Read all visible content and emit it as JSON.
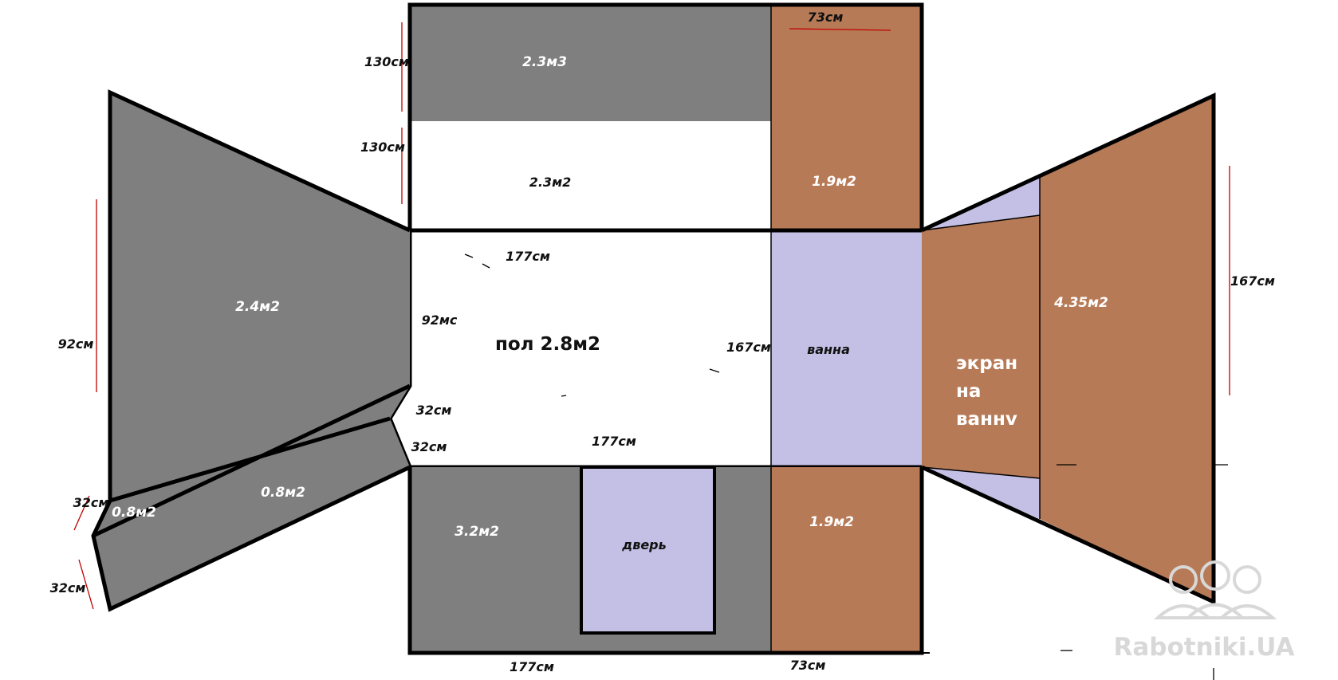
{
  "colors": {
    "gray": "#7f7f7f",
    "copper": "#b77a56",
    "lavender": "#c4bfe4",
    "stroke": "#000000",
    "redline": "#c00000"
  },
  "areas": {
    "top_gray": "2.3м3",
    "top_white": "2.3м2",
    "top_copper": "1.9м2",
    "left_wall": "2.4м2",
    "left_small": "0.8м2",
    "left_strip": "0.8м2",
    "bottom_gray": "3.2м2",
    "bottom_copper": "1.9м2",
    "right_wall": "4.35м2"
  },
  "labels": {
    "floor": "пол 2.8м2",
    "bath": "ванна",
    "door": "дверь",
    "screen_line1": "экран",
    "screen_line2": "на",
    "screen_line3": "ваннv"
  },
  "dimensions": {
    "top_width": "73см",
    "top_h1": "130см",
    "top_h2": "130см",
    "floor_top": "177см",
    "floor_left": "92мс",
    "floor_right": "167см",
    "floor_cut1": "32см",
    "floor_cut2": "32см",
    "floor_bottom": "177см",
    "left_height": "92см",
    "left_cut1": "32см",
    "left_cut2": "32см",
    "right_height": "167см",
    "bottom_left": "177см",
    "bottom_right": "73см"
  },
  "watermark": "Rabotniki.UA"
}
